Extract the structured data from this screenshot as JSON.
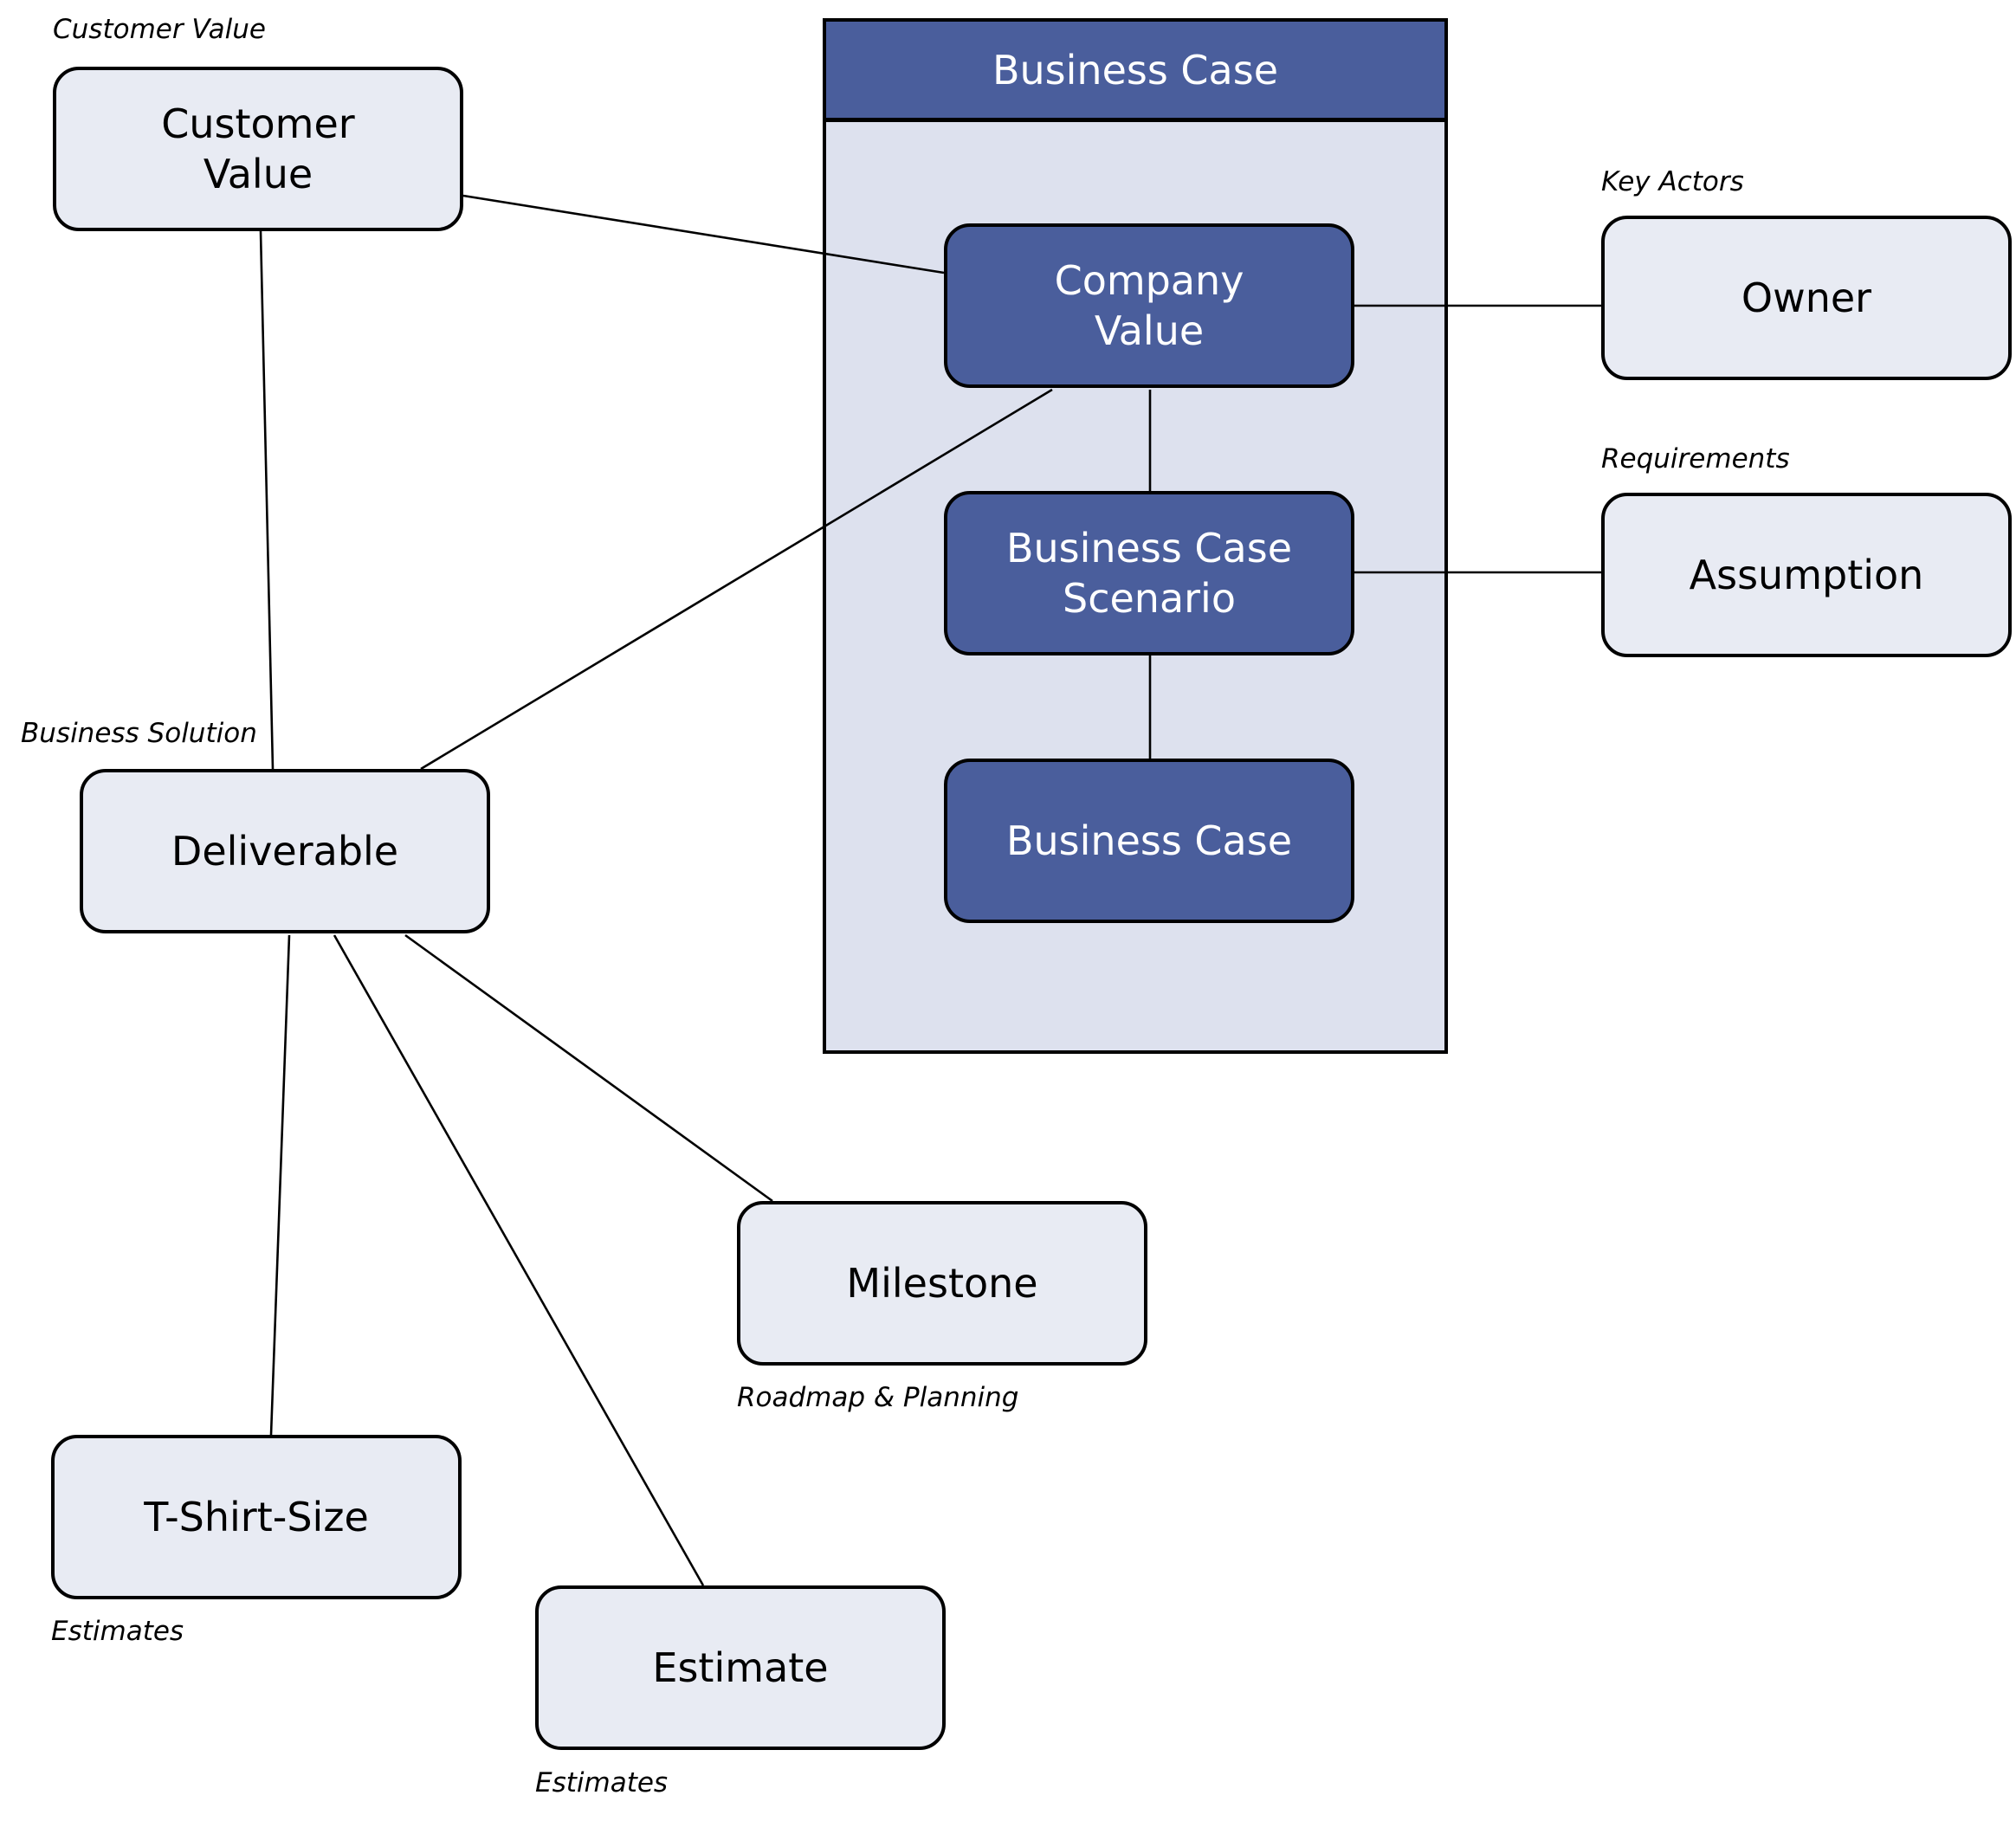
{
  "diagram": {
    "colors": {
      "primary_dark": "#4a5e9c",
      "node_fill": "#e8ebf3",
      "container_fill": "#dde1ee",
      "stroke": "#000000"
    },
    "container": {
      "title": "Business Case"
    },
    "nodes": {
      "customer_value": {
        "text": "Customer\nValue",
        "category": "Customer Value"
      },
      "company_value": {
        "text": "Company\nValue"
      },
      "business_case_scenario": {
        "text": "Business Case\nScenario"
      },
      "business_case": {
        "text": "Business Case"
      },
      "owner": {
        "text": "Owner",
        "category": "Key Actors"
      },
      "assumption": {
        "text": "Assumption",
        "category": "Requirements"
      },
      "deliverable": {
        "text": "Deliverable",
        "category": "Business Solution"
      },
      "milestone": {
        "text": "Milestone",
        "category": "Roadmap & Planning"
      },
      "tshirt_size": {
        "text": "T-Shirt-Size",
        "category": "Estimates"
      },
      "estimate": {
        "text": "Estimate",
        "category": "Estimates"
      }
    },
    "edges": [
      {
        "from": "customer_value",
        "to": "company_value"
      },
      {
        "from": "customer_value",
        "to": "deliverable"
      },
      {
        "from": "company_value",
        "to": "deliverable"
      },
      {
        "from": "company_value",
        "to": "owner"
      },
      {
        "from": "company_value",
        "to": "business_case_scenario"
      },
      {
        "from": "business_case_scenario",
        "to": "assumption"
      },
      {
        "from": "business_case_scenario",
        "to": "business_case"
      },
      {
        "from": "deliverable",
        "to": "tshirt_size"
      },
      {
        "from": "deliverable",
        "to": "estimate"
      },
      {
        "from": "deliverable",
        "to": "milestone"
      }
    ]
  }
}
